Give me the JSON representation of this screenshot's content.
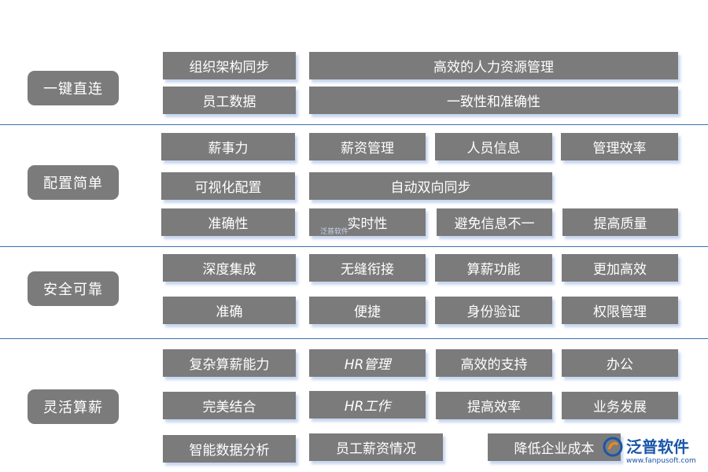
{
  "rows": [
    {
      "label": "一键直连",
      "items": [
        "组织架构同步",
        "高效的人力资源管理",
        "员工数据",
        "一致性和准确性"
      ]
    },
    {
      "label": "配置简单",
      "items": [
        "薪事力",
        "薪资管理",
        "人员信息",
        "管理效率",
        "可视化配置",
        "自动双向同步",
        "准确性",
        "实时性",
        "避免信息不一",
        "提高质量"
      ]
    },
    {
      "label": "安全可靠",
      "items": [
        "深度集成",
        "无缝衔接",
        "算薪功能",
        "更加高效",
        "准确",
        "便捷",
        "身份验证",
        "权限管理"
      ]
    },
    {
      "label": "灵活算薪",
      "items": [
        "复杂算薪能力",
        "HR管理",
        "高效的支持",
        "办公",
        "完美结合",
        "HR工作",
        "提高效率",
        "业务发展",
        "智能数据分析",
        "员工薪资情况",
        "降低企业成本"
      ]
    }
  ],
  "brand": {
    "name": "泛普软件",
    "url": "www.fanpusoft.com",
    "watermark": "泛普软件"
  }
}
